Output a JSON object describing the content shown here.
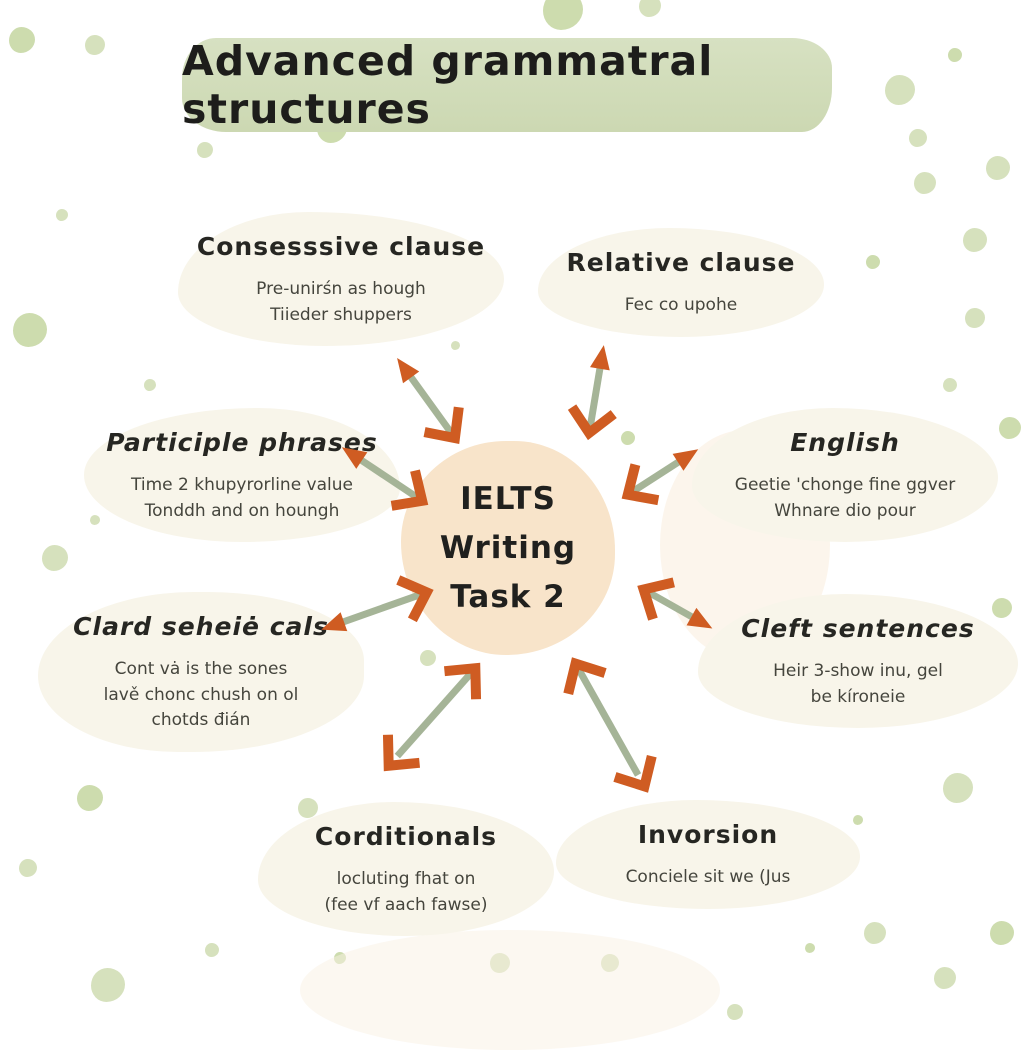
{
  "title": "Advanced grammatral structures",
  "center": [
    "IELTS",
    "Writing",
    "Task 2"
  ],
  "nodes": [
    {
      "label": "Consesssive clause",
      "sub": [
        "Pre-unirśn as hough",
        "Tiieder shuppers"
      ]
    },
    {
      "label": "Relative clause",
      "sub": [
        "Fec co upohe"
      ]
    },
    {
      "label": "Participle phrases",
      "sub": [
        "Time 2 khupyrorline value",
        "Tonddh and on houngh"
      ]
    },
    {
      "label": "English",
      "sub": [
        "Geetie 'chonge fine ggver",
        "Whnare dio pour"
      ]
    },
    {
      "label": "Clard seheiė cals",
      "sub": [
        "Cont vȧ is the sones",
        "lavě chonc chush on ol",
        "chotds đián"
      ]
    },
    {
      "label": "Cleft sentences",
      "sub": [
        "Heir 3-show inu, gel",
        "be kíroneie"
      ]
    },
    {
      "label": "Corditionals",
      "sub": [
        "locluting fhat on",
        "(fee vf aach fawse)"
      ]
    },
    {
      "label": "Invorsion",
      "sub": [
        "Conciele sit we (Jus"
      ]
    }
  ],
  "colors": {
    "banner": "#d2ddbc",
    "center_bubble": "#f8e4ca",
    "node_bubble": "#f8f5ea",
    "dot_green": "#d6e1bd",
    "arrow_shaft": "#a5b497",
    "arrow_head": "#cf5c22",
    "text": "#262622"
  }
}
